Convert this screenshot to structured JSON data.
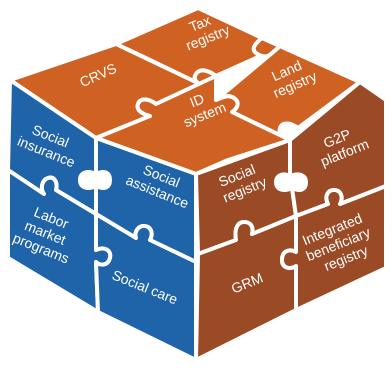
{
  "colors": {
    "top_face": "#cf6222",
    "left_face": "#1f63a8",
    "right_face": "#9a4a25",
    "border": "#ffffff",
    "text": "#ffffff"
  },
  "top": {
    "tax_registry": [
      "Tax",
      "registry"
    ],
    "crvs": [
      "CRVS"
    ],
    "land_registry": [
      "Land",
      "registry"
    ],
    "id_system": [
      "ID",
      "system"
    ]
  },
  "left": {
    "social_insurance": [
      "Social",
      "insurance"
    ],
    "social_assistance": [
      "Social",
      "assistance"
    ],
    "labor_market_programs": [
      "Labor",
      "market",
      "programs"
    ],
    "social_care": [
      "Social care"
    ]
  },
  "right": {
    "social_registry": [
      "Social",
      "registry"
    ],
    "g2p_platform": [
      "G2P",
      "platform"
    ],
    "grm": [
      "GRM"
    ],
    "integrated_beneficiary_registry": [
      "Integrated",
      "beneficiary",
      "registry"
    ]
  }
}
